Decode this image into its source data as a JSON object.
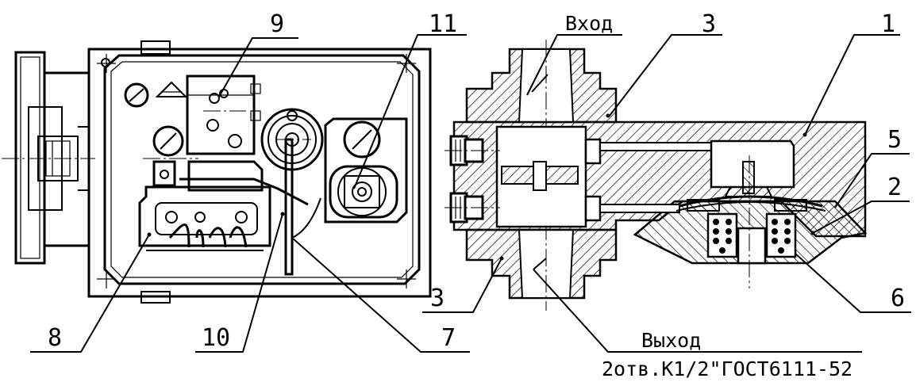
{
  "labels": {
    "n1": "1",
    "n2": "2",
    "n3_top": "3",
    "n3_bottom": "3",
    "n5": "5",
    "n6": "6",
    "n7": "7",
    "n8": "8",
    "n9": "9",
    "n10": "10",
    "n11": "11",
    "inlet": "Вход",
    "outlet": "Выход",
    "thread_note": "2отв.К1/2\"ГОСТ6111-52"
  }
}
